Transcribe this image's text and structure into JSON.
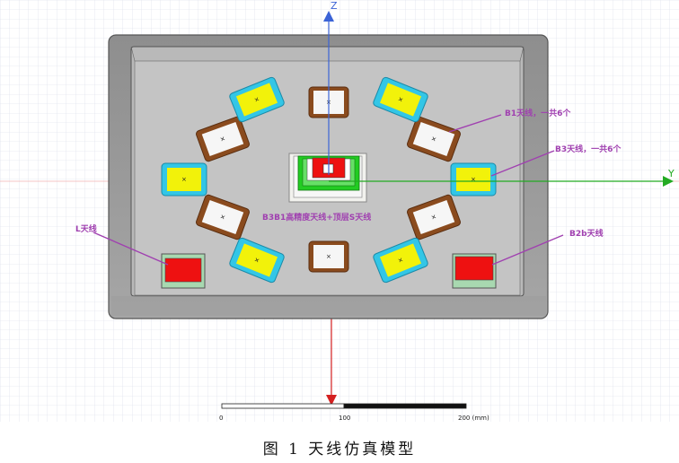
{
  "axes": {
    "z_label": "Z",
    "y_label": "Y",
    "x_color": "#d42020",
    "y_color": "#22aa22",
    "z_color": "#3b63d6"
  },
  "annotations": {
    "b1": "B1天线，一共6个",
    "b3": "B3天线，一共6个",
    "center": "B3B1高精度天线+顶层S天线",
    "l": "L天线",
    "b2b": "B2b天线"
  },
  "scale_bar": {
    "tick_0": "0",
    "tick_100": "100",
    "tick_200": "200 (mm)"
  },
  "colors": {
    "b1_patch": "#8a4b1e",
    "b3_patch": "#33c6e6",
    "patch_yellow": "#f2f20a",
    "red_patch": "#ee1111",
    "annotation": "#a040b0",
    "ground_plate": "#9a9a9a"
  },
  "caption": "图 1  天线仿真模型"
}
